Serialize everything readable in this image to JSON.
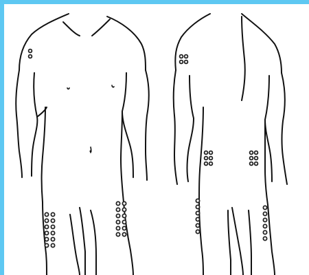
{
  "figure": {
    "background_color": "#5ec8f2",
    "canvas_color": "#ffffff",
    "outline_color": "#111111"
  },
  "views": [
    {
      "name": "front",
      "injection_sites": [
        {
          "location": "left-upper-arm",
          "rows": 2,
          "cols": 1
        },
        {
          "location": "right-thigh",
          "rows": 6,
          "cols": 2
        },
        {
          "location": "left-thigh",
          "rows": 6,
          "cols": 2
        }
      ]
    },
    {
      "name": "back",
      "injection_sites": [
        {
          "location": "right-upper-arm-back",
          "rows": 2,
          "cols": 2
        },
        {
          "location": "right-buttock",
          "rows": 3,
          "cols": 2
        },
        {
          "location": "left-buttock",
          "rows": 3,
          "cols": 2
        },
        {
          "location": "right-thigh-back",
          "rows": 6,
          "cols": 1
        },
        {
          "location": "left-thigh-back",
          "rows": 6,
          "cols": 1
        }
      ]
    }
  ]
}
